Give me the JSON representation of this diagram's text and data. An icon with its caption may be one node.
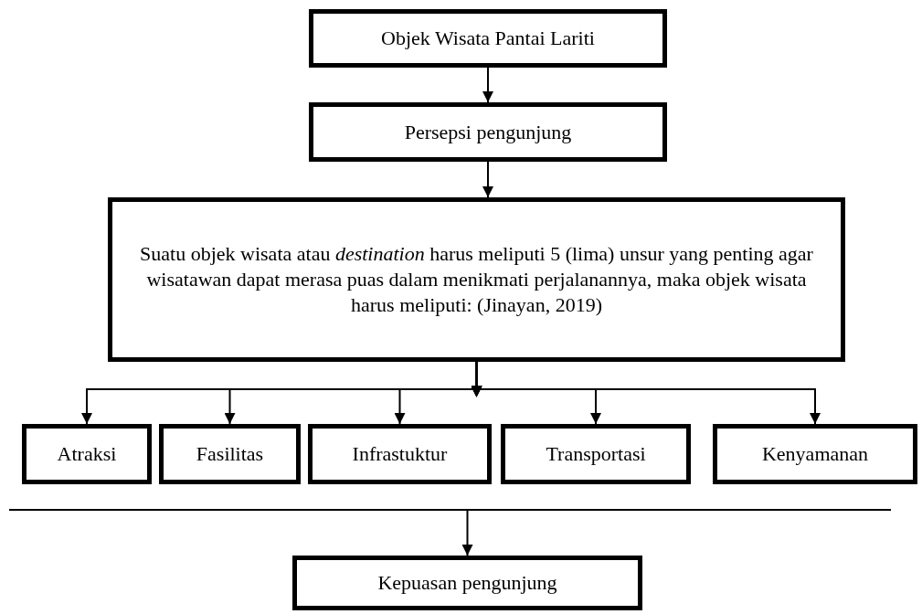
{
  "diagram": {
    "nodes": [
      {
        "text": [
          "Objek Wisata Pantai Lariti"
        ]
      },
      {
        "text": [
          "Persepsi pengunjung"
        ]
      },
      {
        "text": [
          "Suatu objek wisata atau *destination* harus meliputi 5 (lima) unsur yang penting agar wisatawan dapat merasa puas dalam menikmati perjalanannya, maka objek wisata harus meliputi: (Jinayan, 2019)"
        ]
      },
      {
        "text": [
          "Atraksi"
        ]
      },
      {
        "text": [
          "Fasilitas"
        ]
      },
      {
        "text": [
          "Infrastuktur"
        ]
      },
      {
        "text": [
          "Transportasi"
        ]
      },
      {
        "text": [
          "Kenyamanan"
        ]
      },
      {
        "text": [],
        "shape": "bar"
      },
      {
        "text": [
          "Kepuasan pengunjung"
        ]
      }
    ],
    "edges": [
      {
        "from": 0,
        "to": 1,
        "arrow": "to"
      },
      {
        "from": 1,
        "to": 2,
        "arrow": "to"
      },
      {
        "from": 2,
        "to": 3,
        "arrow": "to"
      },
      {
        "from": 2,
        "to": 4,
        "arrow": "to"
      },
      {
        "from": 2,
        "to": 5,
        "arrow": "to"
      },
      {
        "from": 2,
        "to": 6,
        "arrow": "to"
      },
      {
        "from": 2,
        "to": 7,
        "arrow": "to"
      },
      {
        "from": 8,
        "to": 9,
        "arrow": "to"
      }
    ]
  }
}
